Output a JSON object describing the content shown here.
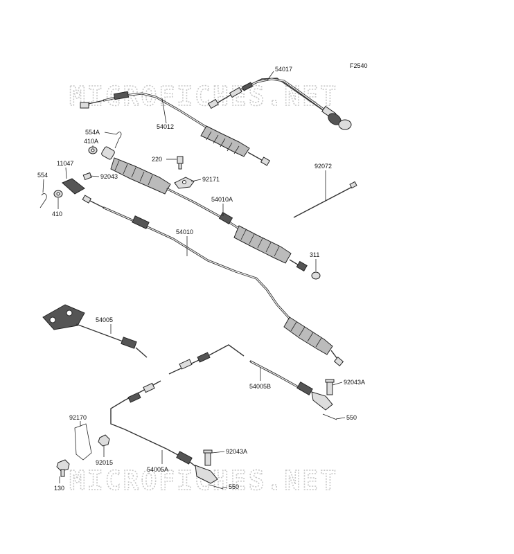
{
  "figure_code": "F2540",
  "watermarks": [
    "MICROFICHES.NET",
    "MICROFICHES.NET"
  ],
  "callouts": [
    {
      "id": "54017"
    },
    {
      "id": "54012"
    },
    {
      "id": "554A"
    },
    {
      "id": "410A"
    },
    {
      "id": "220"
    },
    {
      "id": "92171"
    },
    {
      "id": "11047"
    },
    {
      "id": "92043"
    },
    {
      "id": "554"
    },
    {
      "id": "410"
    },
    {
      "id": "92072"
    },
    {
      "id": "54010A"
    },
    {
      "id": "54010"
    },
    {
      "id": "311"
    },
    {
      "id": "54005"
    },
    {
      "id": "54005B"
    },
    {
      "id": "92043A"
    },
    {
      "id": "550"
    },
    {
      "id": "92170"
    },
    {
      "id": "92015"
    },
    {
      "id": "130"
    },
    {
      "id": "54005A"
    },
    {
      "id": "92043A"
    },
    {
      "id": "550"
    }
  ]
}
